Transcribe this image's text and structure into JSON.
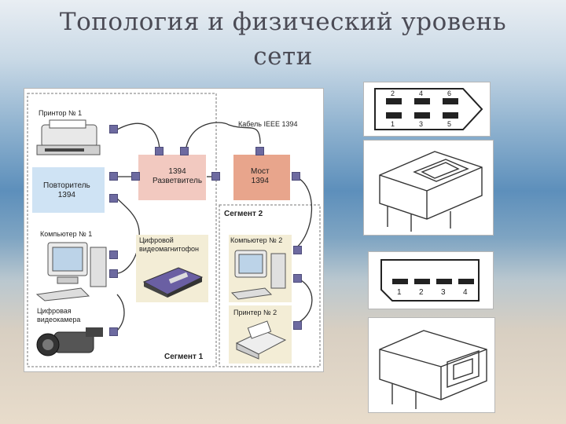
{
  "slide": {
    "title_line1": "Топология и физический уровень",
    "title_line2": "сети"
  },
  "diagram": {
    "printer1": "Принтор № 1",
    "cable": "Кабель IEEE 1394",
    "repeater": "Повторитель\n1394",
    "splitter": "1394\nРазветвитель",
    "bridge": "Мост\n1394",
    "segment2": "Сегмент 2",
    "computer1": "Компьютер № 1",
    "vcr": "Цифровой\nвидеомагнитофон",
    "computer2": "Компьютер № 2",
    "camcorder": "Цифровая\nвидеокамера",
    "printer2": "Принтер № 2",
    "segment1": "Сегмент 1"
  },
  "connector6": {
    "pins_top": [
      "2",
      "4",
      "6"
    ],
    "pins_bottom": [
      "1",
      "3",
      "5"
    ]
  },
  "connector4": {
    "pins": [
      "1",
      "2",
      "3",
      "4"
    ]
  },
  "colors": {
    "port": "#6d6aa0",
    "splitter_fill": "#f2c9c0",
    "bridge_fill": "#e8a58c",
    "repeater_fill": "#cfe3f4"
  }
}
